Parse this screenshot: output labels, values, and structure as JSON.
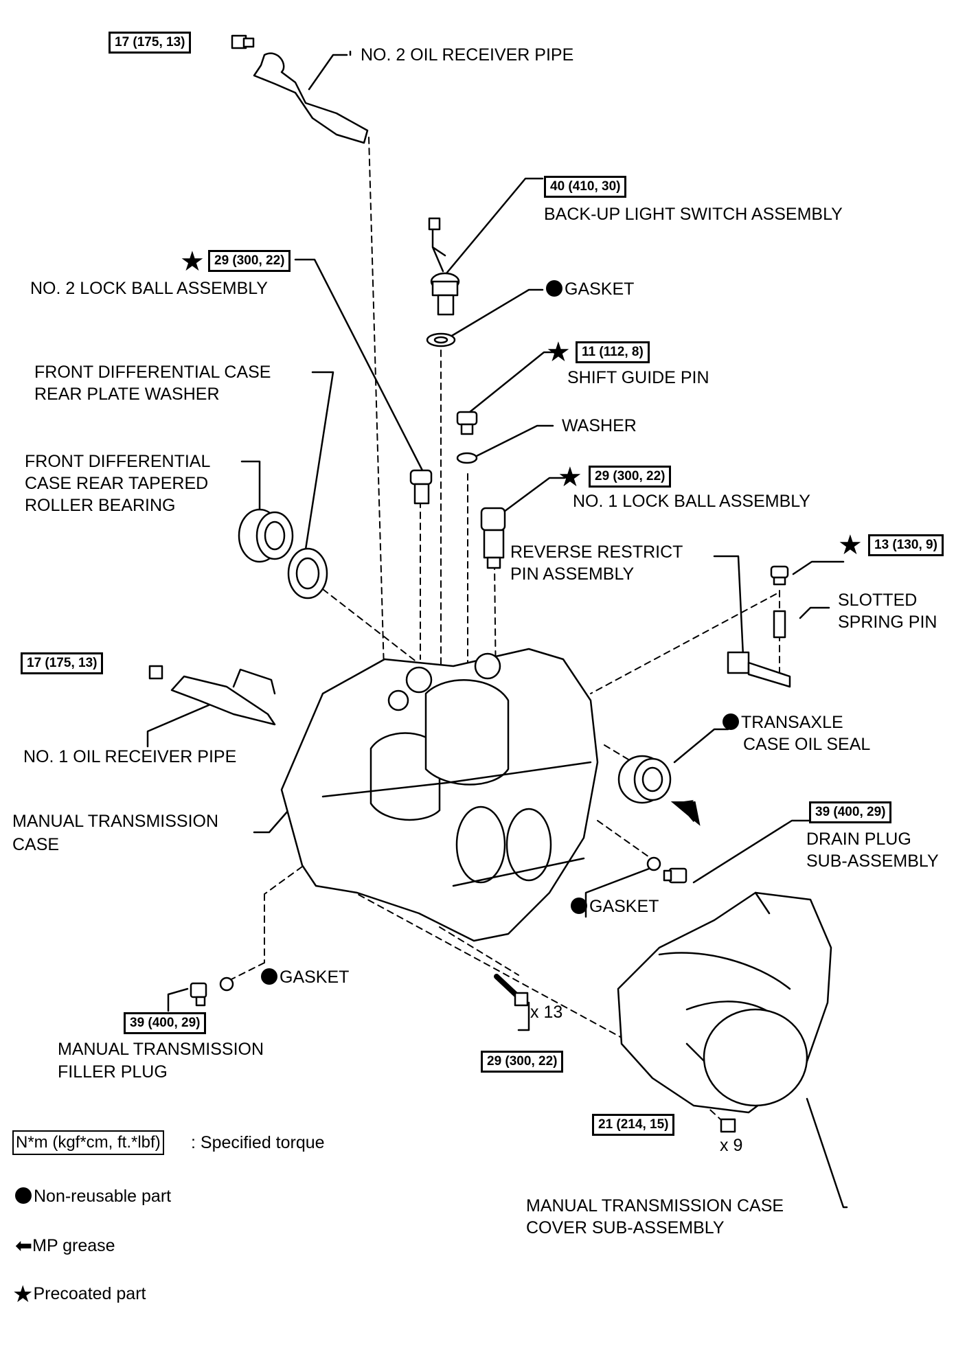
{
  "labels": {
    "no2_oil_receiver_pipe": "NO. 2 OIL RECEIVER PIPE",
    "backup_switch": "BACK-UP LIGHT SWITCH ASSEMBLY",
    "no2_lock_ball": "NO. 2 LOCK BALL ASSEMBLY",
    "gasket_top": "GASKET",
    "fd_washer_1": "FRONT DIFFERENTIAL CASE",
    "fd_washer_2": "REAR PLATE WASHER",
    "shift_guide_pin": "SHIFT GUIDE PIN",
    "washer": "WASHER",
    "fd_bearing_1": "FRONT DIFFERENTIAL",
    "fd_bearing_2": "CASE REAR TAPERED",
    "fd_bearing_3": "ROLLER BEARING",
    "no1_lock_ball": "NO. 1 LOCK BALL ASSEMBLY",
    "reverse_1": "REVERSE RESTRICT",
    "reverse_2": "PIN ASSEMBLY",
    "slotted_1": "SLOTTED",
    "slotted_2": "SPRING PIN",
    "no1_oil_receiver_pipe": "NO. 1 OIL RECEIVER PIPE",
    "oil_seal_1": "TRANSAXLE",
    "oil_seal_2": "CASE OIL SEAL",
    "mt_case_1": "MANUAL TRANSMISSION",
    "mt_case_2": "CASE",
    "drain_1": "DRAIN PLUG",
    "drain_2": "SUB-ASSEMBLY",
    "gasket_mid": "GASKET",
    "gasket_low": "GASKET",
    "x13": "x 13",
    "filler_1": "MANUAL TRANSMISSION",
    "filler_2": "FILLER PLUG",
    "x9": "x 9",
    "cover_1": "MANUAL TRANSMISSION CASE",
    "cover_2": "COVER SUB-ASSEMBLY"
  },
  "torques": {
    "t_no2_pipe": "17 (175, 13)",
    "t_backup": "40 (410, 30)",
    "t_no2_lock": "29 (300, 22)",
    "t_shift_guide": "11 (112, 8)",
    "t_no1_lock": "29 (300, 22)",
    "t_slotted": "13 (130, 9)",
    "t_no1_pipe": "17 (175, 13)",
    "t_drain": "39 (400, 29)",
    "t_filler": "39 (400, 29)",
    "t_case_bolts": "29 (300, 22)",
    "t_cover_bolts": "21 (214, 15)"
  },
  "legend": {
    "torque_unit": "N*m (kgf*cm, ft.*lbf)",
    "torque_desc": ": Specified torque",
    "non_reusable": "Non-reusable part",
    "mp_grease": "MP grease",
    "precoated": "Precoated part"
  }
}
